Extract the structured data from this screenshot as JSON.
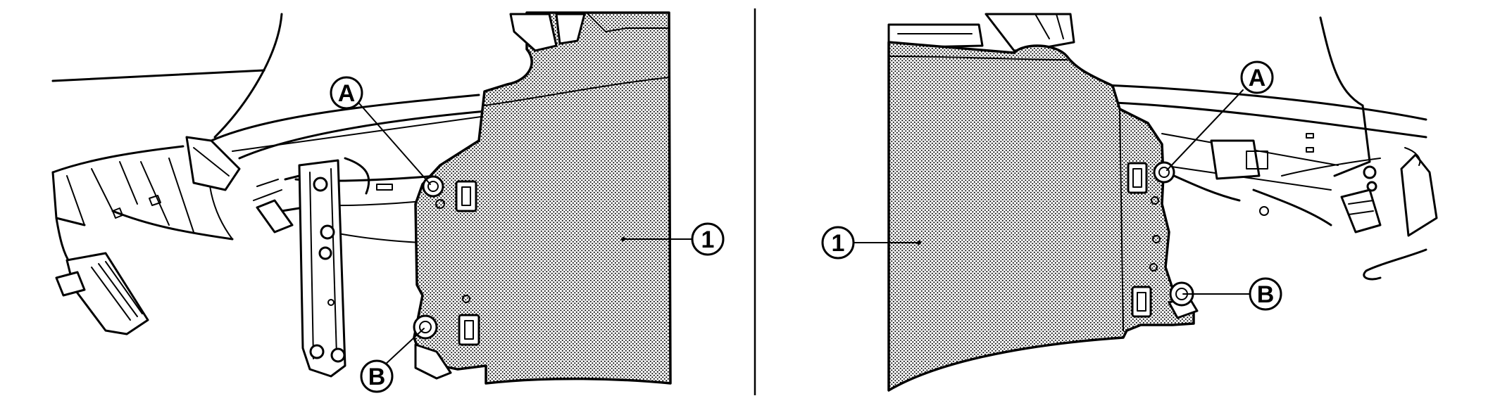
{
  "figure": {
    "left_view": {
      "callouts": [
        {
          "id": "A",
          "label": "A"
        },
        {
          "id": "B",
          "label": "B"
        },
        {
          "id": "1",
          "label": "1"
        }
      ]
    },
    "right_view": {
      "callouts": [
        {
          "id": "A",
          "label": "A"
        },
        {
          "id": "B",
          "label": "B"
        },
        {
          "id": "1",
          "label": "1"
        }
      ]
    }
  },
  "colors": {
    "line": "#000000",
    "panel_dots": "#000000",
    "background": "#ffffff"
  }
}
